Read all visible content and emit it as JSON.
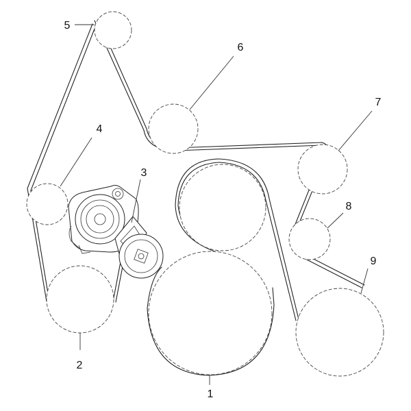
{
  "diagram": {
    "pulley_labels": [
      "1",
      "2",
      "3",
      "4",
      "5",
      "6",
      "7",
      "8",
      "9"
    ]
  },
  "colors": {
    "belt": "#222222",
    "pulley_outline": "#444444",
    "label_text": "#111111",
    "background": "#ffffff"
  }
}
